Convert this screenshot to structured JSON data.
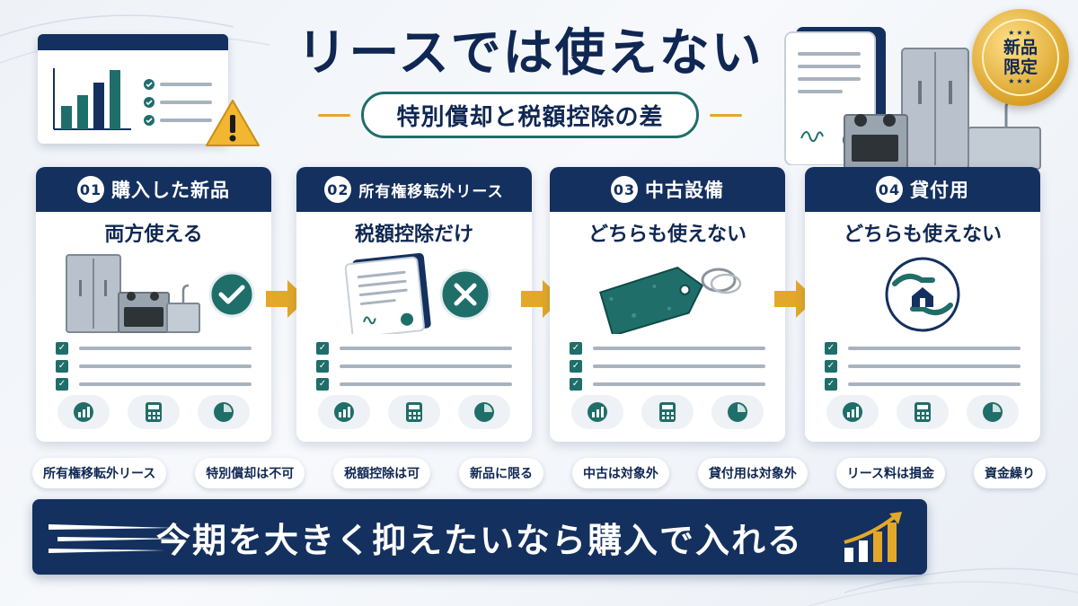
{
  "header": {
    "title": "リースでは使えない",
    "subtitle": "特別償却と税額控除の差"
  },
  "seal": {
    "line1": "新品",
    "line2": "限定"
  },
  "cards": [
    {
      "number": "01",
      "heading": "購入した新品",
      "result": "両方使える"
    },
    {
      "number": "02",
      "heading": "所有権移転外リース",
      "result": "税額控除だけ"
    },
    {
      "number": "03",
      "heading": "中古設備",
      "result": "どちらも使えない"
    },
    {
      "number": "04",
      "heading": "貸付用",
      "result": "どちらも使えない"
    }
  ],
  "tags": [
    "所有権移転外リース",
    "特別償却は不可",
    "税額控除は可",
    "新品に限る",
    "中古は対象外",
    "貸付用は対象外",
    "リース料は損金",
    "資金繰り"
  ],
  "banner": {
    "text": "今期を大きく抑えたいなら購入で入れる"
  },
  "colors": {
    "navy": "#14305e",
    "teal": "#1f6e6a",
    "gold": "#e3a82a"
  }
}
